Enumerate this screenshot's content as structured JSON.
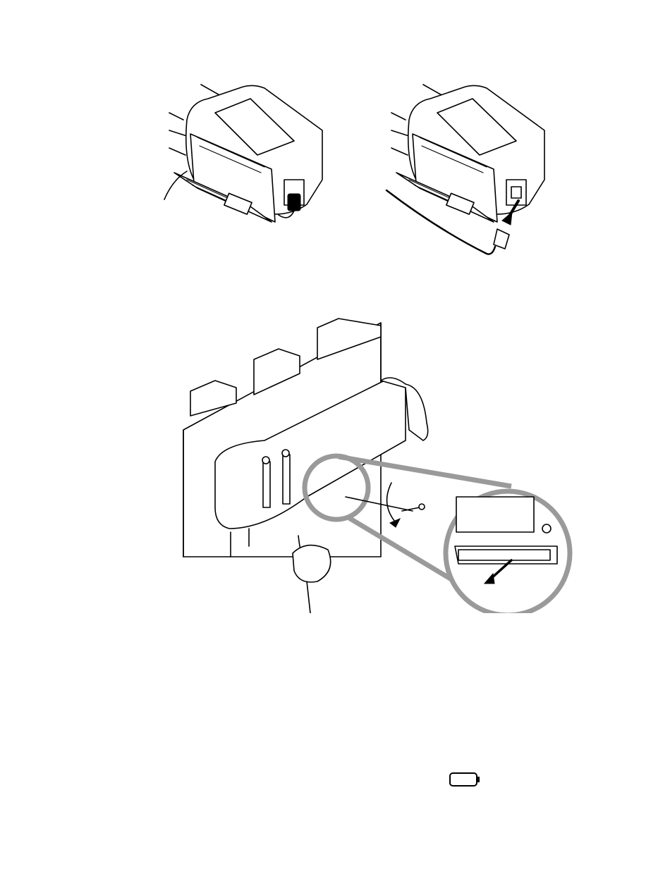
{
  "figures": [
    {
      "id": "unplug-step-left",
      "icon": "monitor-rear-with-cord-connected"
    },
    {
      "id": "unplug-step-right",
      "icon": "monitor-rear-cord-being-removed"
    },
    {
      "id": "wall-mount-removal",
      "icon": "monitor-on-wall-with-screw-removal-detail"
    }
  ],
  "footer": {
    "icon": "battery-icon"
  }
}
